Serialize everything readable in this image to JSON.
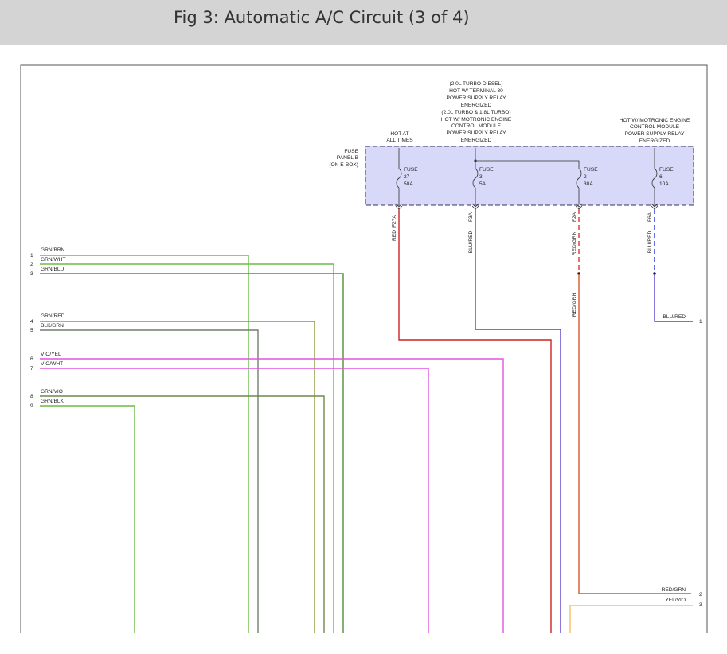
{
  "title": "Fig 3: Automatic A/C Circuit (3 of 4)",
  "notes": {
    "note_diesel": [
      "(2.0L TURBO DIESEL)",
      "HOT W/ TERMINAL 30",
      "POWER SUPPLY RELAY",
      "ENERGIZED"
    ],
    "note_turbo": [
      "(2.0L TURBO & 1.8L TURBO)",
      "HOT W/ MOTRONIC ENGINE",
      "CONTROL MODULE",
      "POWER SUPPLY RELAY",
      "ENERGIZED"
    ],
    "note_right": [
      "HOT W/ MOTRONIC ENGINE",
      "CONTROL MODULE",
      "POWER SUPPLY RELAY",
      "ENERGIZED"
    ],
    "note_hot": [
      "HOT AT",
      "ALL TIMES"
    ]
  },
  "fuse_panel_label": [
    "FUSE",
    "PANEL B",
    "(ON E-BOX)"
  ],
  "fuses": [
    {
      "lines": [
        "FUSE",
        "27",
        "50A"
      ],
      "pin": "F27A",
      "wire": "RED"
    },
    {
      "lines": [
        "FUSE",
        "3",
        "5A"
      ],
      "pin": "F3A",
      "wire": "BLU/RED"
    },
    {
      "lines": [
        "FUSE",
        "2",
        "30A"
      ],
      "pin": "F2A",
      "wire": "RED/GRN"
    },
    {
      "lines": [
        "FUSE",
        "6",
        "10A"
      ],
      "pin": "F6A",
      "wire": "BLU/RED"
    }
  ],
  "lower_wire_label": "RED/GRN",
  "left_pins": [
    {
      "num": "1",
      "wire": "GRN/BRN"
    },
    {
      "num": "2",
      "wire": "GRN/WHT"
    },
    {
      "num": "3",
      "wire": "GRN/BLU"
    },
    {
      "num": "4",
      "wire": "GRN/RED"
    },
    {
      "num": "5",
      "wire": "BLK/GRN"
    },
    {
      "num": "6",
      "wire": "VIO/YEL"
    },
    {
      "num": "7",
      "wire": "VIO/WHT"
    },
    {
      "num": "8",
      "wire": "GRN/VIO"
    },
    {
      "num": "9",
      "wire": "GRN/BLK"
    }
  ],
  "right_pins": [
    {
      "num": "1",
      "wire": "BLU/RED"
    },
    {
      "num": "2",
      "wire": "RED/GRN"
    },
    {
      "num": "3",
      "wire": "YEL/VIO"
    }
  ],
  "colors": {
    "header_bg": "#d4d4d4",
    "fuse_panel_fill": "#d8d8f8",
    "fuse_panel_border": "#333366",
    "green": "#6dbb45",
    "dark_green": "#4f8f3a",
    "olive": "#8a9a3a",
    "gray_green": "#6f7f6a",
    "violet": "#e055e0",
    "red": "#cc2222",
    "blue_violet": "#5a3fcc",
    "blue": "#2233dd",
    "orange_red": "#d35a2a",
    "yellow": "#f5c060"
  }
}
